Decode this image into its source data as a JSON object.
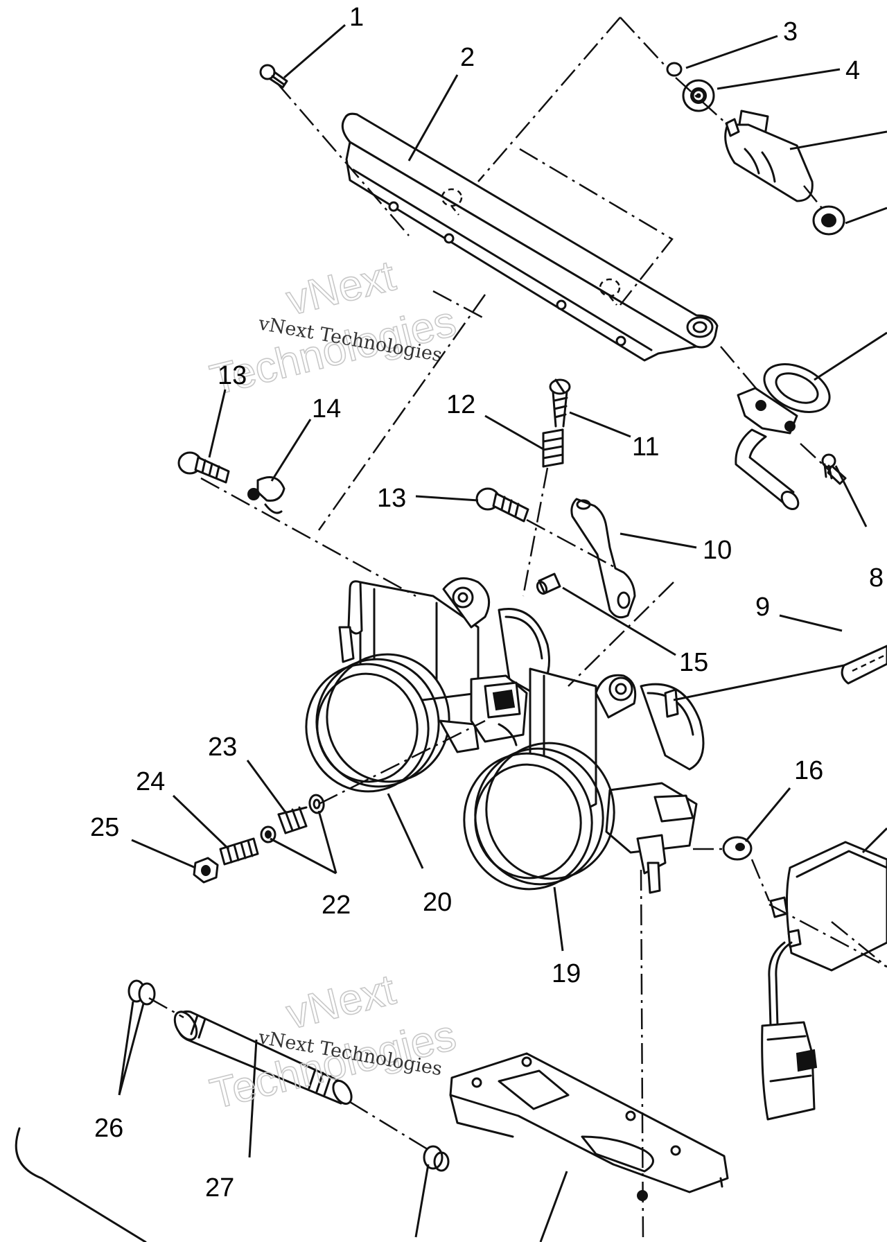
{
  "callouts": [
    "1",
    "2",
    "3",
    "4",
    "8",
    "9",
    "10",
    "11",
    "12",
    "13",
    "13",
    "14",
    "15",
    "16",
    "19",
    "20",
    "22",
    "23",
    "24",
    "25",
    "26",
    "27"
  ],
  "watermark": {
    "company": "vNext Technologies",
    "word1": "vNext",
    "word2": "Technologies"
  }
}
